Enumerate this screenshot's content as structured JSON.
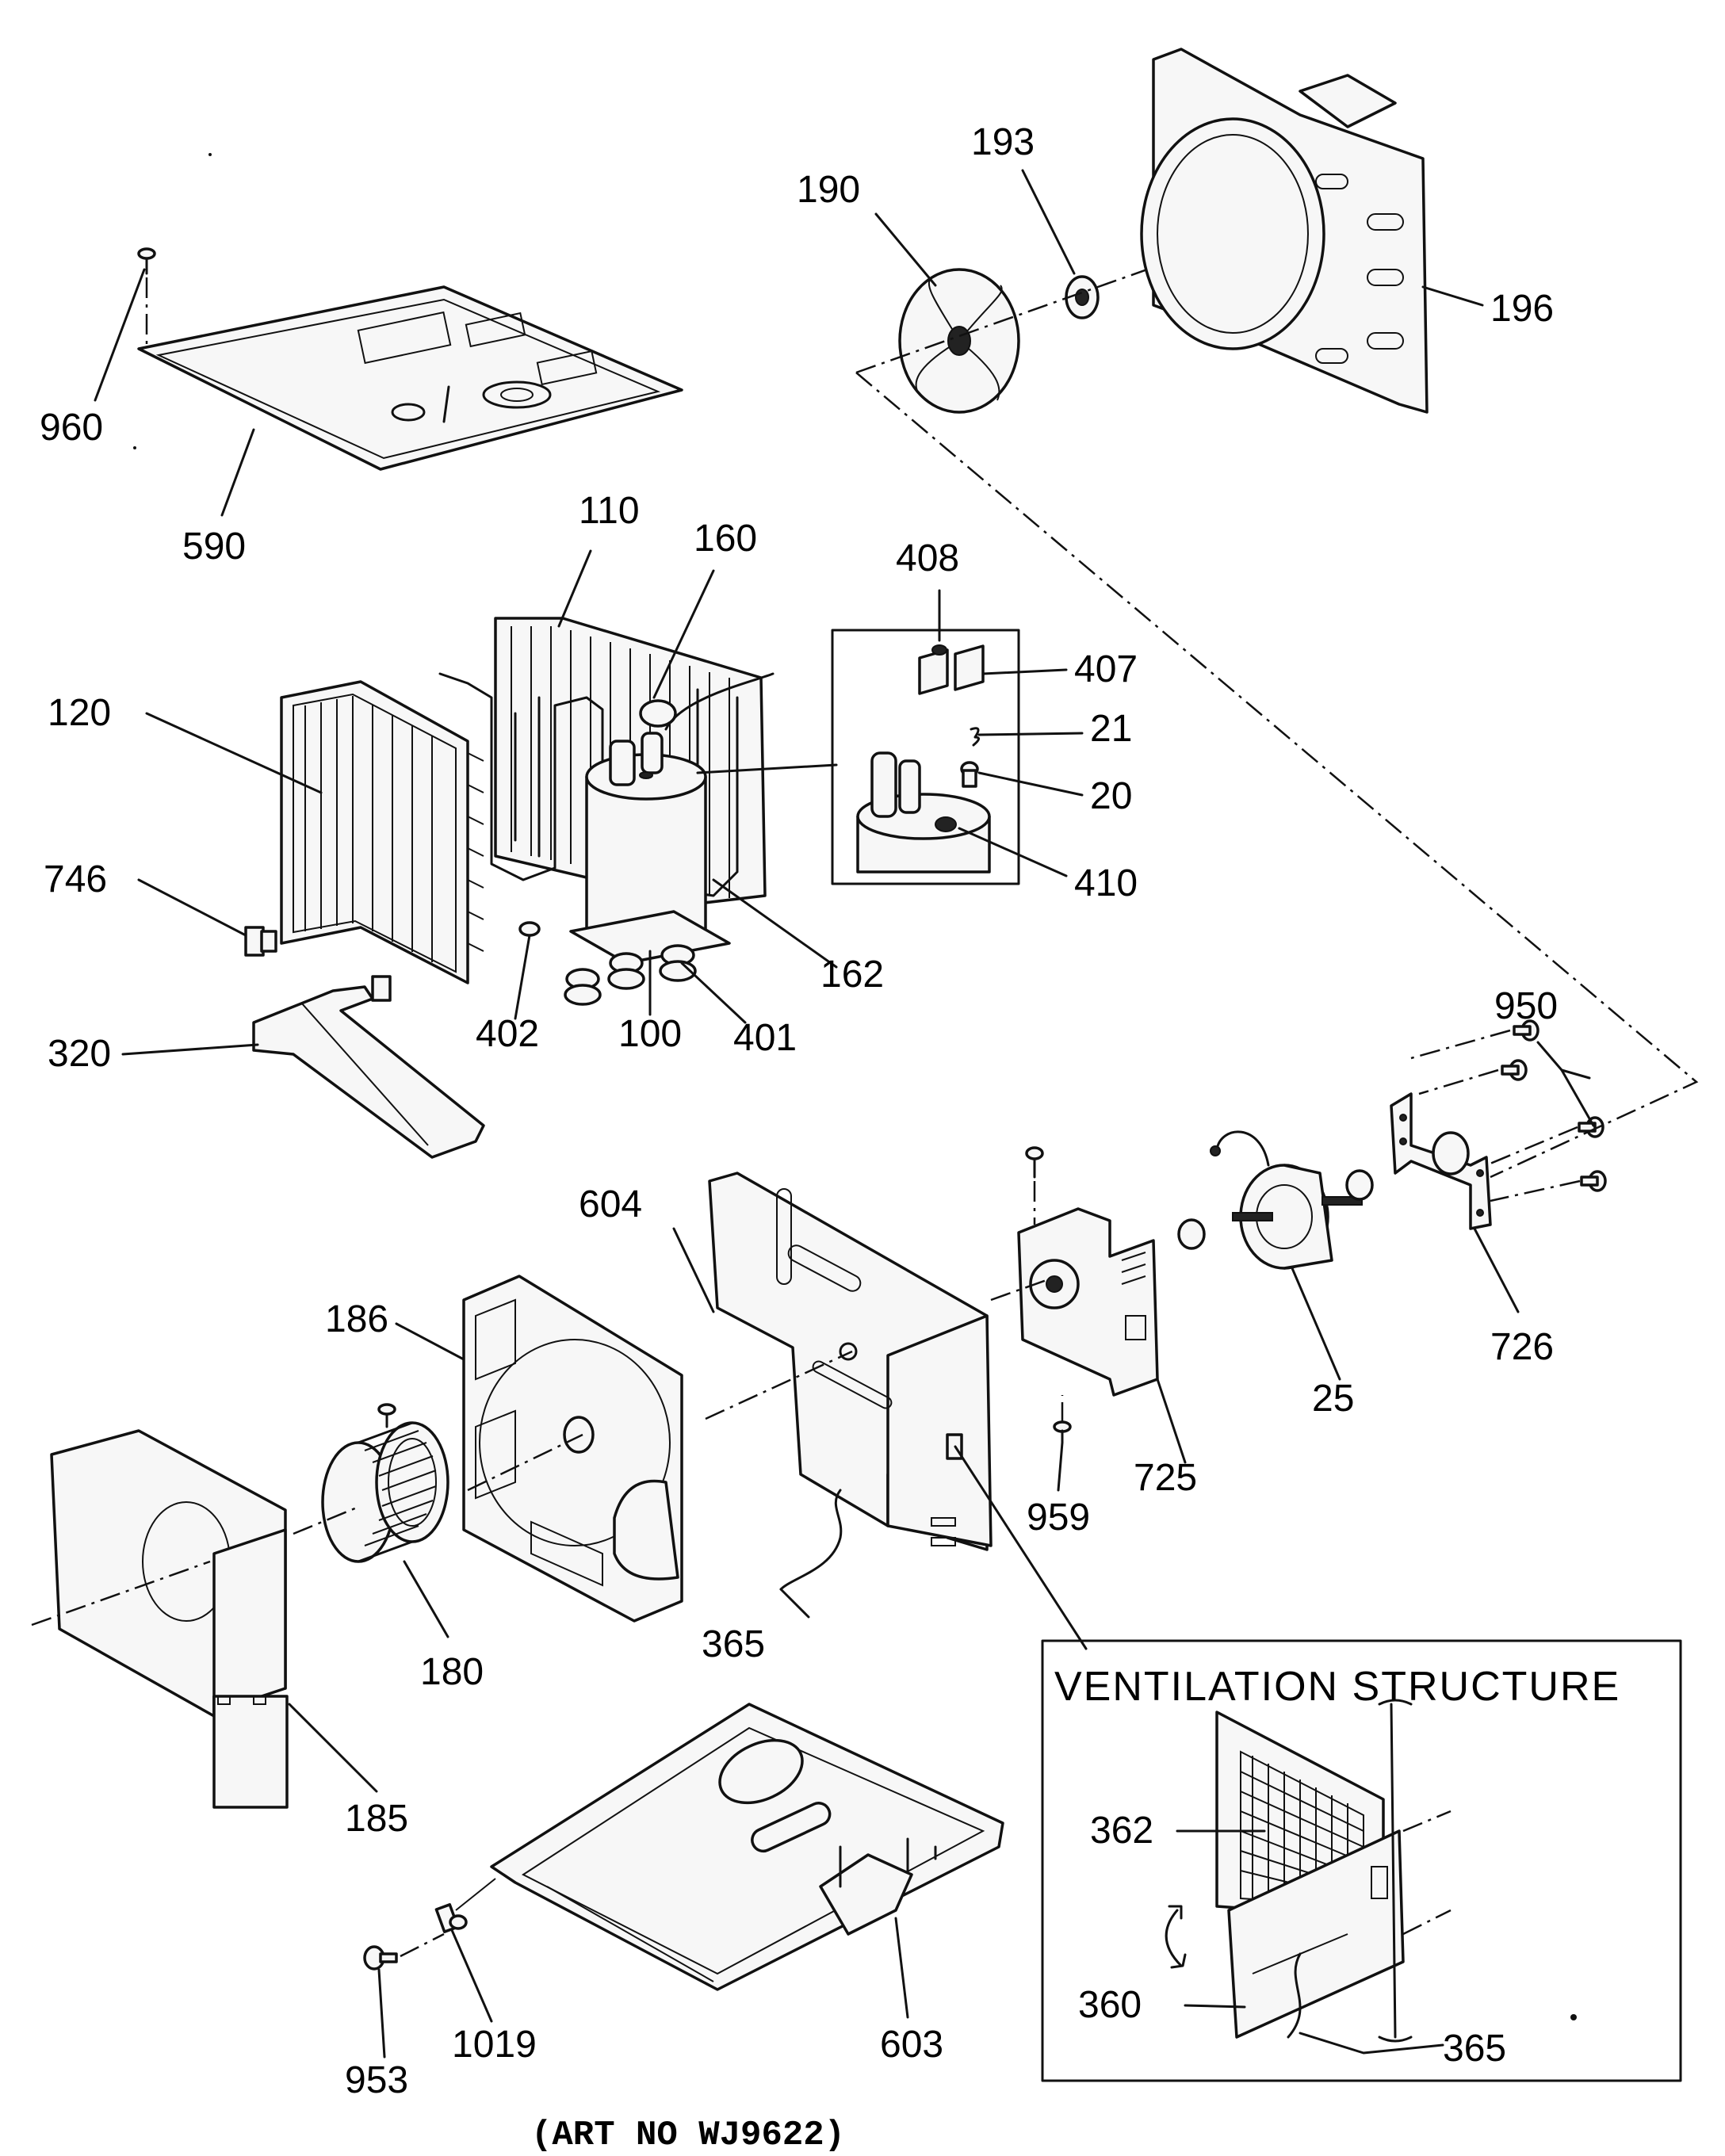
{
  "part_labels": {
    "p960": "960",
    "p590": "590",
    "p190": "190",
    "p193": "193",
    "p196": "196",
    "p110": "110",
    "p160": "160",
    "p408": "408",
    "p407": "407",
    "p21": "21",
    "p20": "20",
    "p410": "410",
    "p120": "120",
    "p746": "746",
    "p162": "162",
    "p402": "402",
    "p100": "100",
    "p401": "401",
    "p320": "320",
    "p950": "950",
    "p604": "604",
    "p186": "186",
    "p725": "725",
    "p25": "25",
    "p726": "726",
    "p959": "959",
    "p180": "180",
    "p365a": "365",
    "p185": "185",
    "p362": "362",
    "p360": "360",
    "p365b": "365",
    "p953": "953",
    "p1019": "1019",
    "p603": "603"
  },
  "inset_title": "VENTILATION STRUCTURE",
  "art_number": "(ART NO WJ9622)"
}
